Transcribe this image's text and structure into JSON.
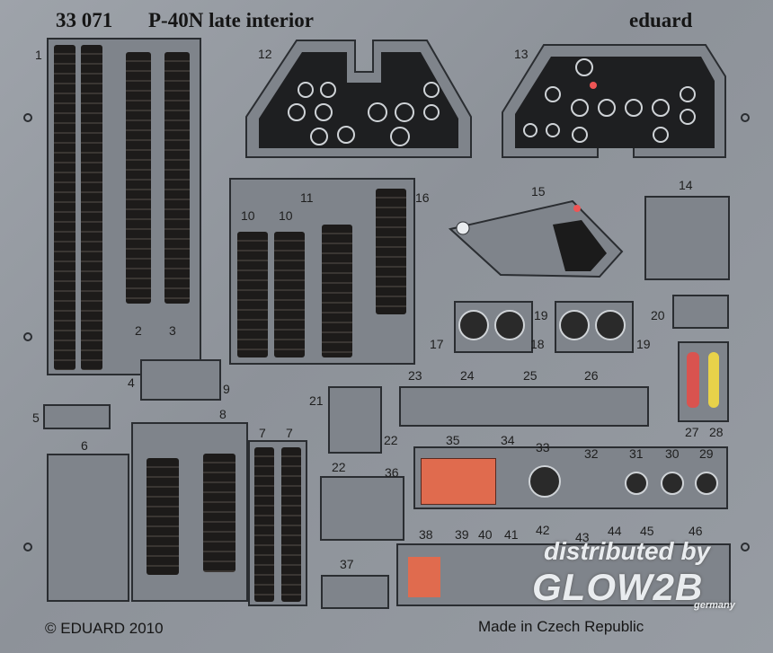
{
  "header": {
    "code": "33 071",
    "title": "P-40N late interior",
    "brand": "eduard"
  },
  "footer": {
    "copyright": "© EDUARD 2010",
    "made_in": "Made in Czech Republic"
  },
  "watermark": {
    "line1": "distributed by",
    "line2": "GLOW2B",
    "line3": "germany"
  },
  "part_numbers": {
    "p1": "1",
    "p2": "2",
    "p3": "3",
    "p4": "4",
    "p5": "5",
    "p6": "6",
    "p7a": "7",
    "p7b": "7",
    "p8": "8",
    "p9": "9",
    "p10a": "10",
    "p10b": "10",
    "p11": "11",
    "p12": "12",
    "p13": "13",
    "p14": "14",
    "p15": "15",
    "p16": "16",
    "p17": "17",
    "p18": "18",
    "p19a": "19",
    "p19b": "19",
    "p20": "20",
    "p21": "21",
    "p22a": "22",
    "p22b": "22",
    "p23": "23",
    "p24": "24",
    "p25": "25",
    "p26": "26",
    "p27": "27",
    "p28": "28",
    "p29": "29",
    "p30": "30",
    "p31": "31",
    "p32": "32",
    "p33": "33",
    "p34": "34",
    "p35": "35",
    "p36": "36",
    "p37": "37",
    "p38": "38",
    "p39": "39",
    "p40": "40",
    "p41": "41",
    "p42": "42",
    "p43": "43",
    "p44": "44",
    "p45": "45",
    "p46": "46"
  },
  "colors": {
    "fret": "#8f949b",
    "frame": "#2a2d31",
    "belt": "#1d1b1a",
    "panel_red": "#e06b4e",
    "lens_red": "#d9534f",
    "lens_yellow": "#e8d24a"
  }
}
